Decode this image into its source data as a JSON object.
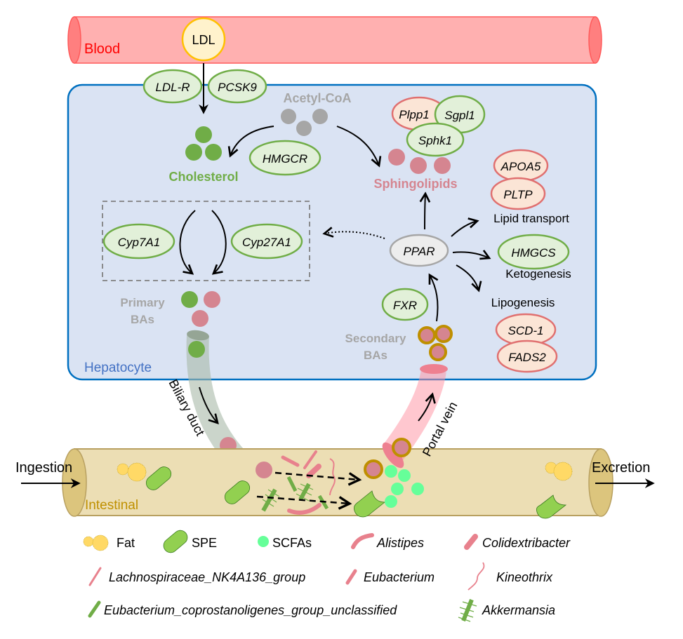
{
  "blood": {
    "label": "Blood",
    "ldl": "LDL"
  },
  "membrane_genes": {
    "ldlr": "LDL-R",
    "pcsk9": "PCSK9"
  },
  "hepatocyte": {
    "label": "Hepatocyte",
    "acetyl_coa": "Acetyl-CoA",
    "cholesterol": "Cholesterol",
    "hmgcr": "HMGCR",
    "sphingolipids": "Sphingolipids",
    "plpp1": "Plpp1",
    "sgpl1": "Sgpl1",
    "sphk1": "Sphk1",
    "apoa5": "APOA5",
    "pltp": "PLTP",
    "lipid_transport": "Lipid transport",
    "hmgcs": "HMGCS",
    "ketogenesis": "Ketogenesis",
    "lipogenesis": "Lipogenesis",
    "scd1": "SCD-1",
    "fads2": "FADS2",
    "ppar": "PPAR",
    "fxr": "FXR",
    "cyp7a1": "Cyp7A1",
    "cyp27a1": "Cyp27A1",
    "primary_bas_line1": "Primary",
    "primary_bas_line2": "BAs",
    "secondary_bas_line1": "Secondary",
    "secondary_bas_line2": "BAs"
  },
  "ducts": {
    "biliary": "Biliary duct",
    "portal": "Portal vein"
  },
  "intestine": {
    "label": "Intestinal",
    "ingestion": "Ingestion",
    "excretion": "Excretion"
  },
  "legend": [
    {
      "icon": "fat-icon",
      "label": "Fat",
      "italic": false
    },
    {
      "icon": "spe-icon",
      "label": "SPE",
      "italic": false
    },
    {
      "icon": "scfa-icon",
      "label": "SCFAs",
      "italic": false
    },
    {
      "icon": "alistipes-icon",
      "label": "Alistipes",
      "italic": true
    },
    {
      "icon": "colidextribacter-icon",
      "label": "Colidextribacter",
      "italic": true
    },
    {
      "icon": "lachnospiraceae-icon",
      "label": "Lachnospiraceae_NK4A136_group",
      "italic": true
    },
    {
      "icon": "eubacterium-icon",
      "label": "Eubacterium",
      "italic": true
    },
    {
      "icon": "kineothrix-icon",
      "label": "Kineothrix",
      "italic": true
    },
    {
      "icon": "eubacterium-coprostanoligenes-icon",
      "label": "Eubacterium_coprostanoligenes_group_unclassified",
      "italic": true
    },
    {
      "icon": "akkermansia-icon",
      "label": "Akkermansia",
      "italic": true
    }
  ],
  "colors": {
    "blood_fill": "#ffb0b0",
    "blood_stroke": "#ff5a5a",
    "hepatocyte_fill": "#dae3f3",
    "hepatocyte_stroke": "#0070c0",
    "hepatocyte_label": "#4472c4",
    "gene_up_fill": "#e2f0d9",
    "gene_up_stroke": "#70ad47",
    "gene_down_fill": "#fbe5d6",
    "gene_down_stroke": "#e07070",
    "cholesterol": "#70ad47",
    "sphingolipid": "#d58590",
    "acetyl_coa": "#a6a6a6",
    "intestine_fill": "#ecdeb4",
    "intestine_stroke": "#b8a060",
    "intestinal_label": "#bf9000",
    "scfa": "#66ff99",
    "spe": "#92d050",
    "fat": "#ffd966",
    "secondary_ba_ring": "#bf8f00"
  }
}
